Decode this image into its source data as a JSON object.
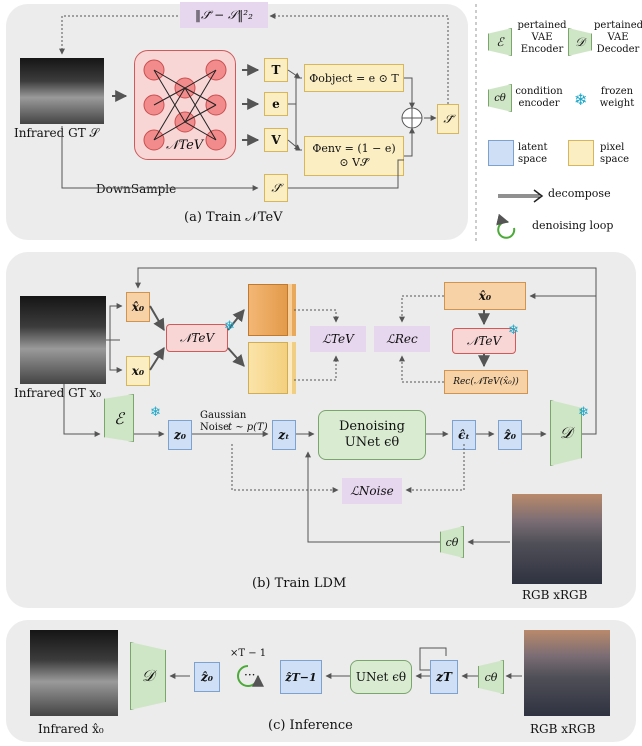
{
  "panel_a": {
    "caption": "(a) Train 𝒩TeV",
    "loss": "‖𝒮̃ − 𝒮‖²₂",
    "input_label": "Infrared GT  𝒮",
    "network": "𝒩TeV",
    "out_t": "T",
    "out_e": "e",
    "out_v": "V",
    "phi_object": "Φobject = e ⊙ T",
    "phi_env": "Φenv = (1 − e) ⊙ V𝒮̂",
    "s_hat": "𝒮̂",
    "s_tilde": "𝒮̃",
    "downsample": "DownSample"
  },
  "legend": {
    "vae_enc": "pertained VAE Encoder",
    "vae_enc_glyph": "ℰ",
    "vae_dec": "pertained VAE Decoder",
    "vae_dec_glyph": "𝒟",
    "cond_enc": "condition encoder",
    "cond_glyph": "cθ",
    "frozen": "frozen weight",
    "latent": "latent space",
    "pixel": "pixel space",
    "decompose": "decompose",
    "denoise_loop": "denoising loop"
  },
  "panel_b": {
    "caption": "(b) Train LDM",
    "x0_hat": "x̂₀",
    "x0": "x₀",
    "ntev": "𝒩TeV",
    "l_tev": "ℒTeV",
    "l_rec": "ℒRec",
    "l_noise": "ℒNoise",
    "input_label": "Infrared GT  x₀",
    "enc": "ℰ",
    "z0": "z₀",
    "gaussian": "Gaussian",
    "noise": "Noise",
    "t_sample": "t ~ p(T)",
    "zt": "zₜ",
    "unet": "Denoising UNet  ϵθ",
    "eps_hat": "ϵ̂ₜ",
    "z0_hat": "ẑ₀",
    "dec": "𝒟",
    "rec_box": "Rec(𝒩TeV(x̂₀))",
    "cond": "cθ",
    "rgb_label": "RGB  xRGB"
  },
  "panel_c": {
    "caption": "(c) Inference",
    "out_label": "Infrared  x̂₀",
    "dec": "𝒟",
    "z0_hat": "ẑ₀",
    "loop": "×T − 1",
    "dots": "···",
    "z_tm1": "ẑT−1",
    "unet": "UNet  ϵθ",
    "zT": "zT",
    "cond": "cθ",
    "rgb_label": "RGB  xRGB"
  },
  "colors": {
    "latent": "#cfe0f6",
    "pixel": "#fbeec2",
    "network": "#f8d6d6",
    "vae": "#cfe6c6",
    "loss": "#e6d7ee",
    "panel": "#ececec",
    "frozen": "#1aa6c8"
  }
}
